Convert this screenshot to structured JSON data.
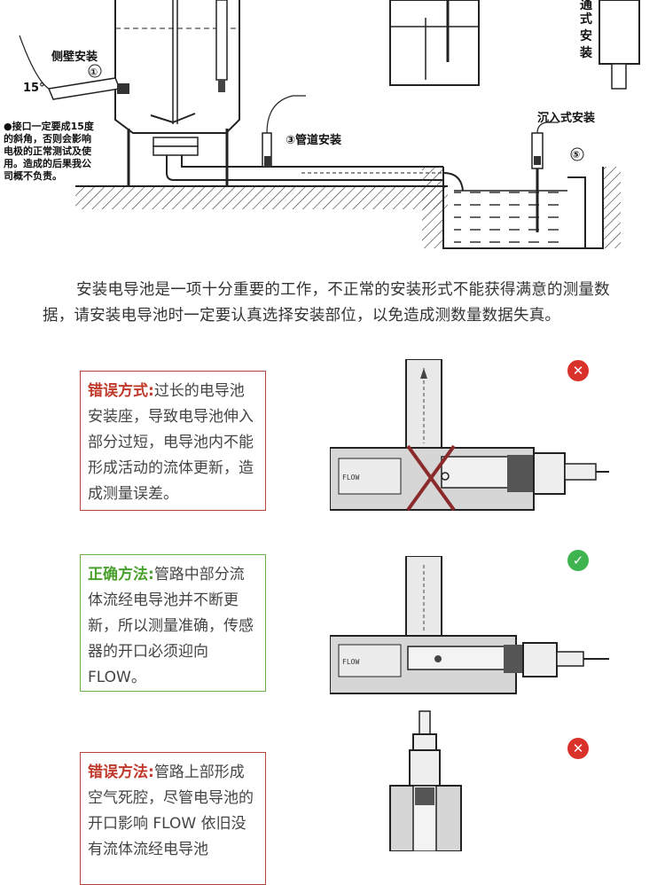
{
  "top_diagram": {
    "side_wall_label": "侧壁安装",
    "side_wall_number": "①",
    "angle_label": "15°",
    "warning_text": [
      "●接口一定要成15度",
      "的斜角，否则会影响",
      "电极的正常测试及使",
      "用。造成的后果我公",
      "司概不负责。"
    ],
    "pipe_label": "③管道安装",
    "immersion_label": "沉入式安装",
    "immersion_number": "⑤",
    "flow_through_label": [
      "通",
      "式",
      "安",
      "装"
    ]
  },
  "intro_text": "安装电导池是一项十分重要的工作，不正常的安装形式不能获得满意的测量数据，请安装电导池时一定要认真选择安装部位，以免造成测数量数据失真。",
  "cards": [
    {
      "title": "错误方式:",
      "body": "过长的电导池安装座，导致电导池伸入部分过短，电导池内不能形成活动的流体更新，造成测量误差。",
      "status": "wrong"
    },
    {
      "title": "正确方法:",
      "body": "管路中部分流体流经电导池并不断更新，所以测量准确，传感器的开口必须迎向FLOW。",
      "status": "correct"
    },
    {
      "title": "错误方法:",
      "body": "管路上部形成空气死腔，尽管电导池的开口影响 FLOW 依旧没有流体流经电导池",
      "status": "wrong"
    }
  ],
  "figure_flow_label": "FLOW",
  "status_icons": {
    "wrong": "✕",
    "correct": "✓"
  },
  "colors": {
    "wrong": "#d9322b",
    "correct": "#3fb34f",
    "red_title": "#c0392b",
    "green_title": "#4aa02c"
  }
}
